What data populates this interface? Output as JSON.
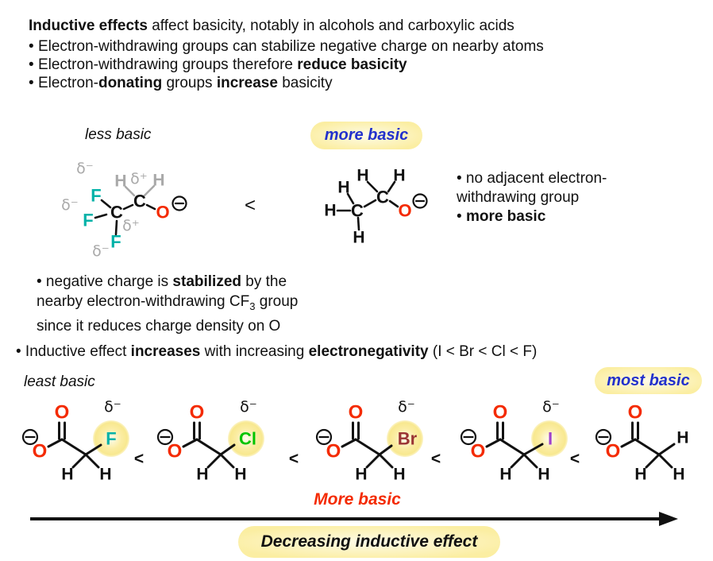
{
  "glyphs": {
    "bullet": "•",
    "lt": "<",
    "delta_minus": "δ⁻",
    "delta_plus": "δ⁺"
  },
  "colors": {
    "oxygen_red": "#f42a00",
    "fluorine_teal": "#00b2a8",
    "chlorine_green": "#00c400",
    "bromine_brown": "#9a3434",
    "iodine_purple": "#a040cc",
    "gray_atom": "#a9a9a9",
    "black": "#111111",
    "label_blue": "#2231cc",
    "highlight_yellow": "#fbeea2",
    "more_basic_red": "#f42a00"
  },
  "title": {
    "bold": "Inductive effects",
    "rest": " affect basicity, notably in alcohols and carboxylic acids"
  },
  "bullets_top": {
    "b1": "Electron-withdrawing groups can stabilize negative charge on nearby atoms",
    "b2_pre": "Electron-withdrawing groups therefore ",
    "b2_bold": "reduce basicity",
    "b3_pre": "Electron-",
    "b3_bold1": "donating",
    "b3_mid": " groups ",
    "b3_bold2": "increase",
    "b3_post": " basicity"
  },
  "comparison": {
    "less_basic": "less basic",
    "more_basic": "more basic",
    "note_line1": "• no adjacent electron-",
    "note_line2": "withdrawing group",
    "note_line3_pre": "• ",
    "note_line3_bold": "more basic"
  },
  "stabilized_note": {
    "l1_pre": "• negative charge is ",
    "l1_bold": "stabilized",
    "l1_post": " by the",
    "l2_pre": "nearby electron-withdrawing CF",
    "l2_sub": "3",
    "l2_post": " group",
    "l3": "since it reduces charge density on O"
  },
  "electronegativity_line": {
    "pre": "• Inductive effect ",
    "bold1": "increases",
    "mid": " with increasing ",
    "bold2": "electronegativity",
    "post": " (I < Br < Cl < F)"
  },
  "series": {
    "least_basic": "least basic",
    "most_basic": "most basic",
    "more_basic_arrow_label": "More basic",
    "decreasing_label": "Decreasing inductive effect"
  },
  "atoms": {
    "C": "C",
    "O": "O",
    "H": "H",
    "F": "F",
    "Cl": "Cl",
    "Br": "Br",
    "I": "I"
  }
}
